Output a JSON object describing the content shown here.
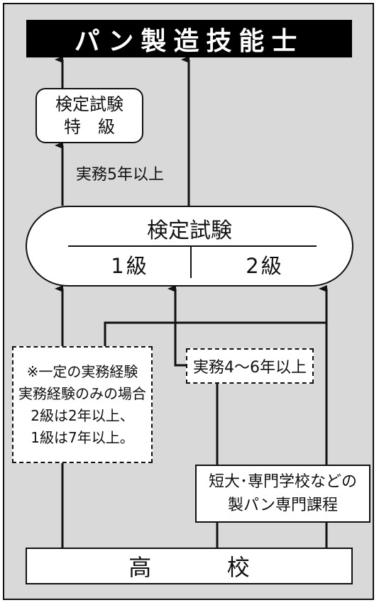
{
  "title": "パン製造技能士",
  "tokkyu_exam": {
    "line1": "検定試験",
    "line2": "特　級"
  },
  "exp5_label": "実務5年以上",
  "main_exam": {
    "title": "検定試験",
    "grade1": "1級",
    "grade2": "2級"
  },
  "note": {
    "line1": "※一定の実務経験",
    "line2": "実務経験のみの場合",
    "line3": "2級は2年以上、",
    "line4": "1級は7年以上。"
  },
  "exp46_label": "実務4〜6年以上",
  "college": {
    "line1": "短大･専門学校などの",
    "line2": "製パン専門課程"
  },
  "high_school": {
    "left": "高",
    "right": "校"
  },
  "colors": {
    "background": "#d9d9d9",
    "title_bg": "#000000",
    "line": "#111111"
  }
}
